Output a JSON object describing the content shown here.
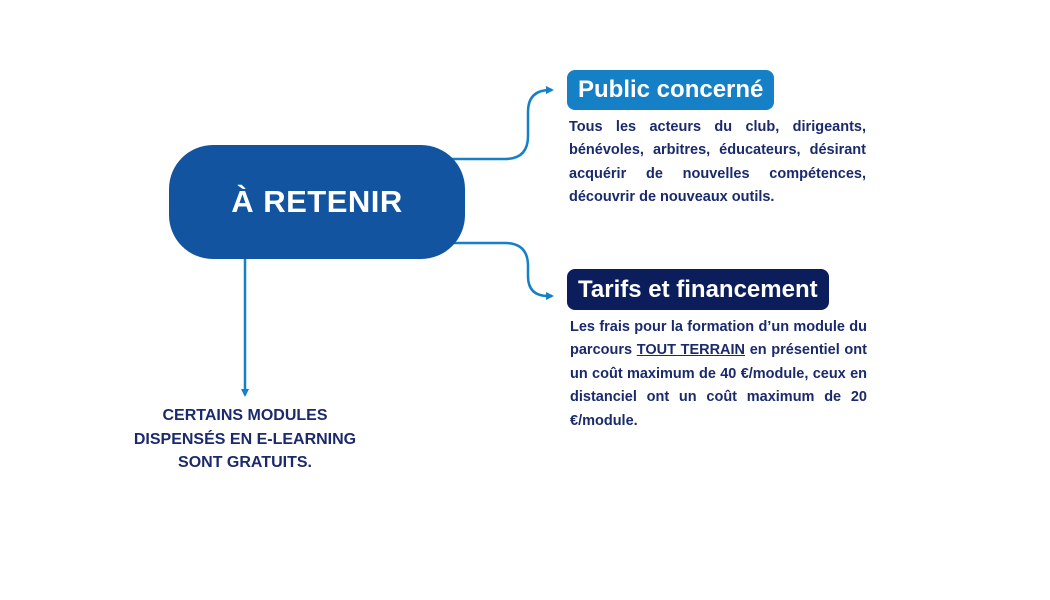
{
  "central": {
    "title": "À RETENIR"
  },
  "branches": {
    "public": {
      "heading": "Public concerné",
      "text": "Tous les acteurs du club, dirigeants, bénévoles, arbitres, éducateurs, désirant acquérir de nouvelles compétences, découvrir de nouveaux outils."
    },
    "tarifs": {
      "heading": "Tarifs et financement",
      "text_before": "Les frais pour la formation d’un module du parcours ",
      "text_emphasis": "TOUT TERRAIN",
      "text_after": " en présentiel ont un coût maximum de 40 €/module, ceux en distanciel ont un coût maximum de 20 €/module."
    }
  },
  "note": {
    "line1": "CERTAINS MODULES",
    "line2": "DISPENSÉS EN E-LEARNING",
    "line3": "SONT GRATUITS."
  },
  "colors": {
    "central_bg": "#1254a0",
    "public_heading_bg": "#1580c6",
    "tarifs_heading_bg": "#0c1d5c",
    "text": "#1a2a6c",
    "connector": "#1580c6"
  }
}
